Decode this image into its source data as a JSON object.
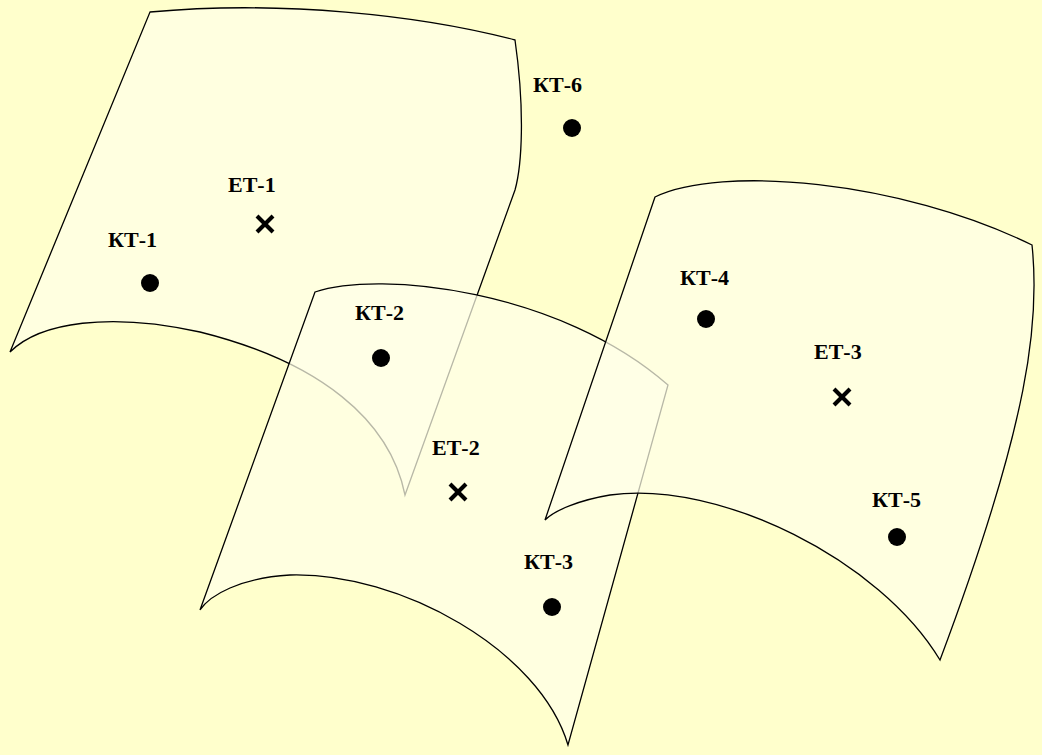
{
  "diagram": {
    "labels": [
      "КТ-6",
      "ЕТ-1",
      "КТ-1",
      "КТ-4",
      "КТ-2",
      "ЕТ-3",
      "ЕТ-2",
      "КТ-5",
      "КТ-3"
    ]
  }
}
